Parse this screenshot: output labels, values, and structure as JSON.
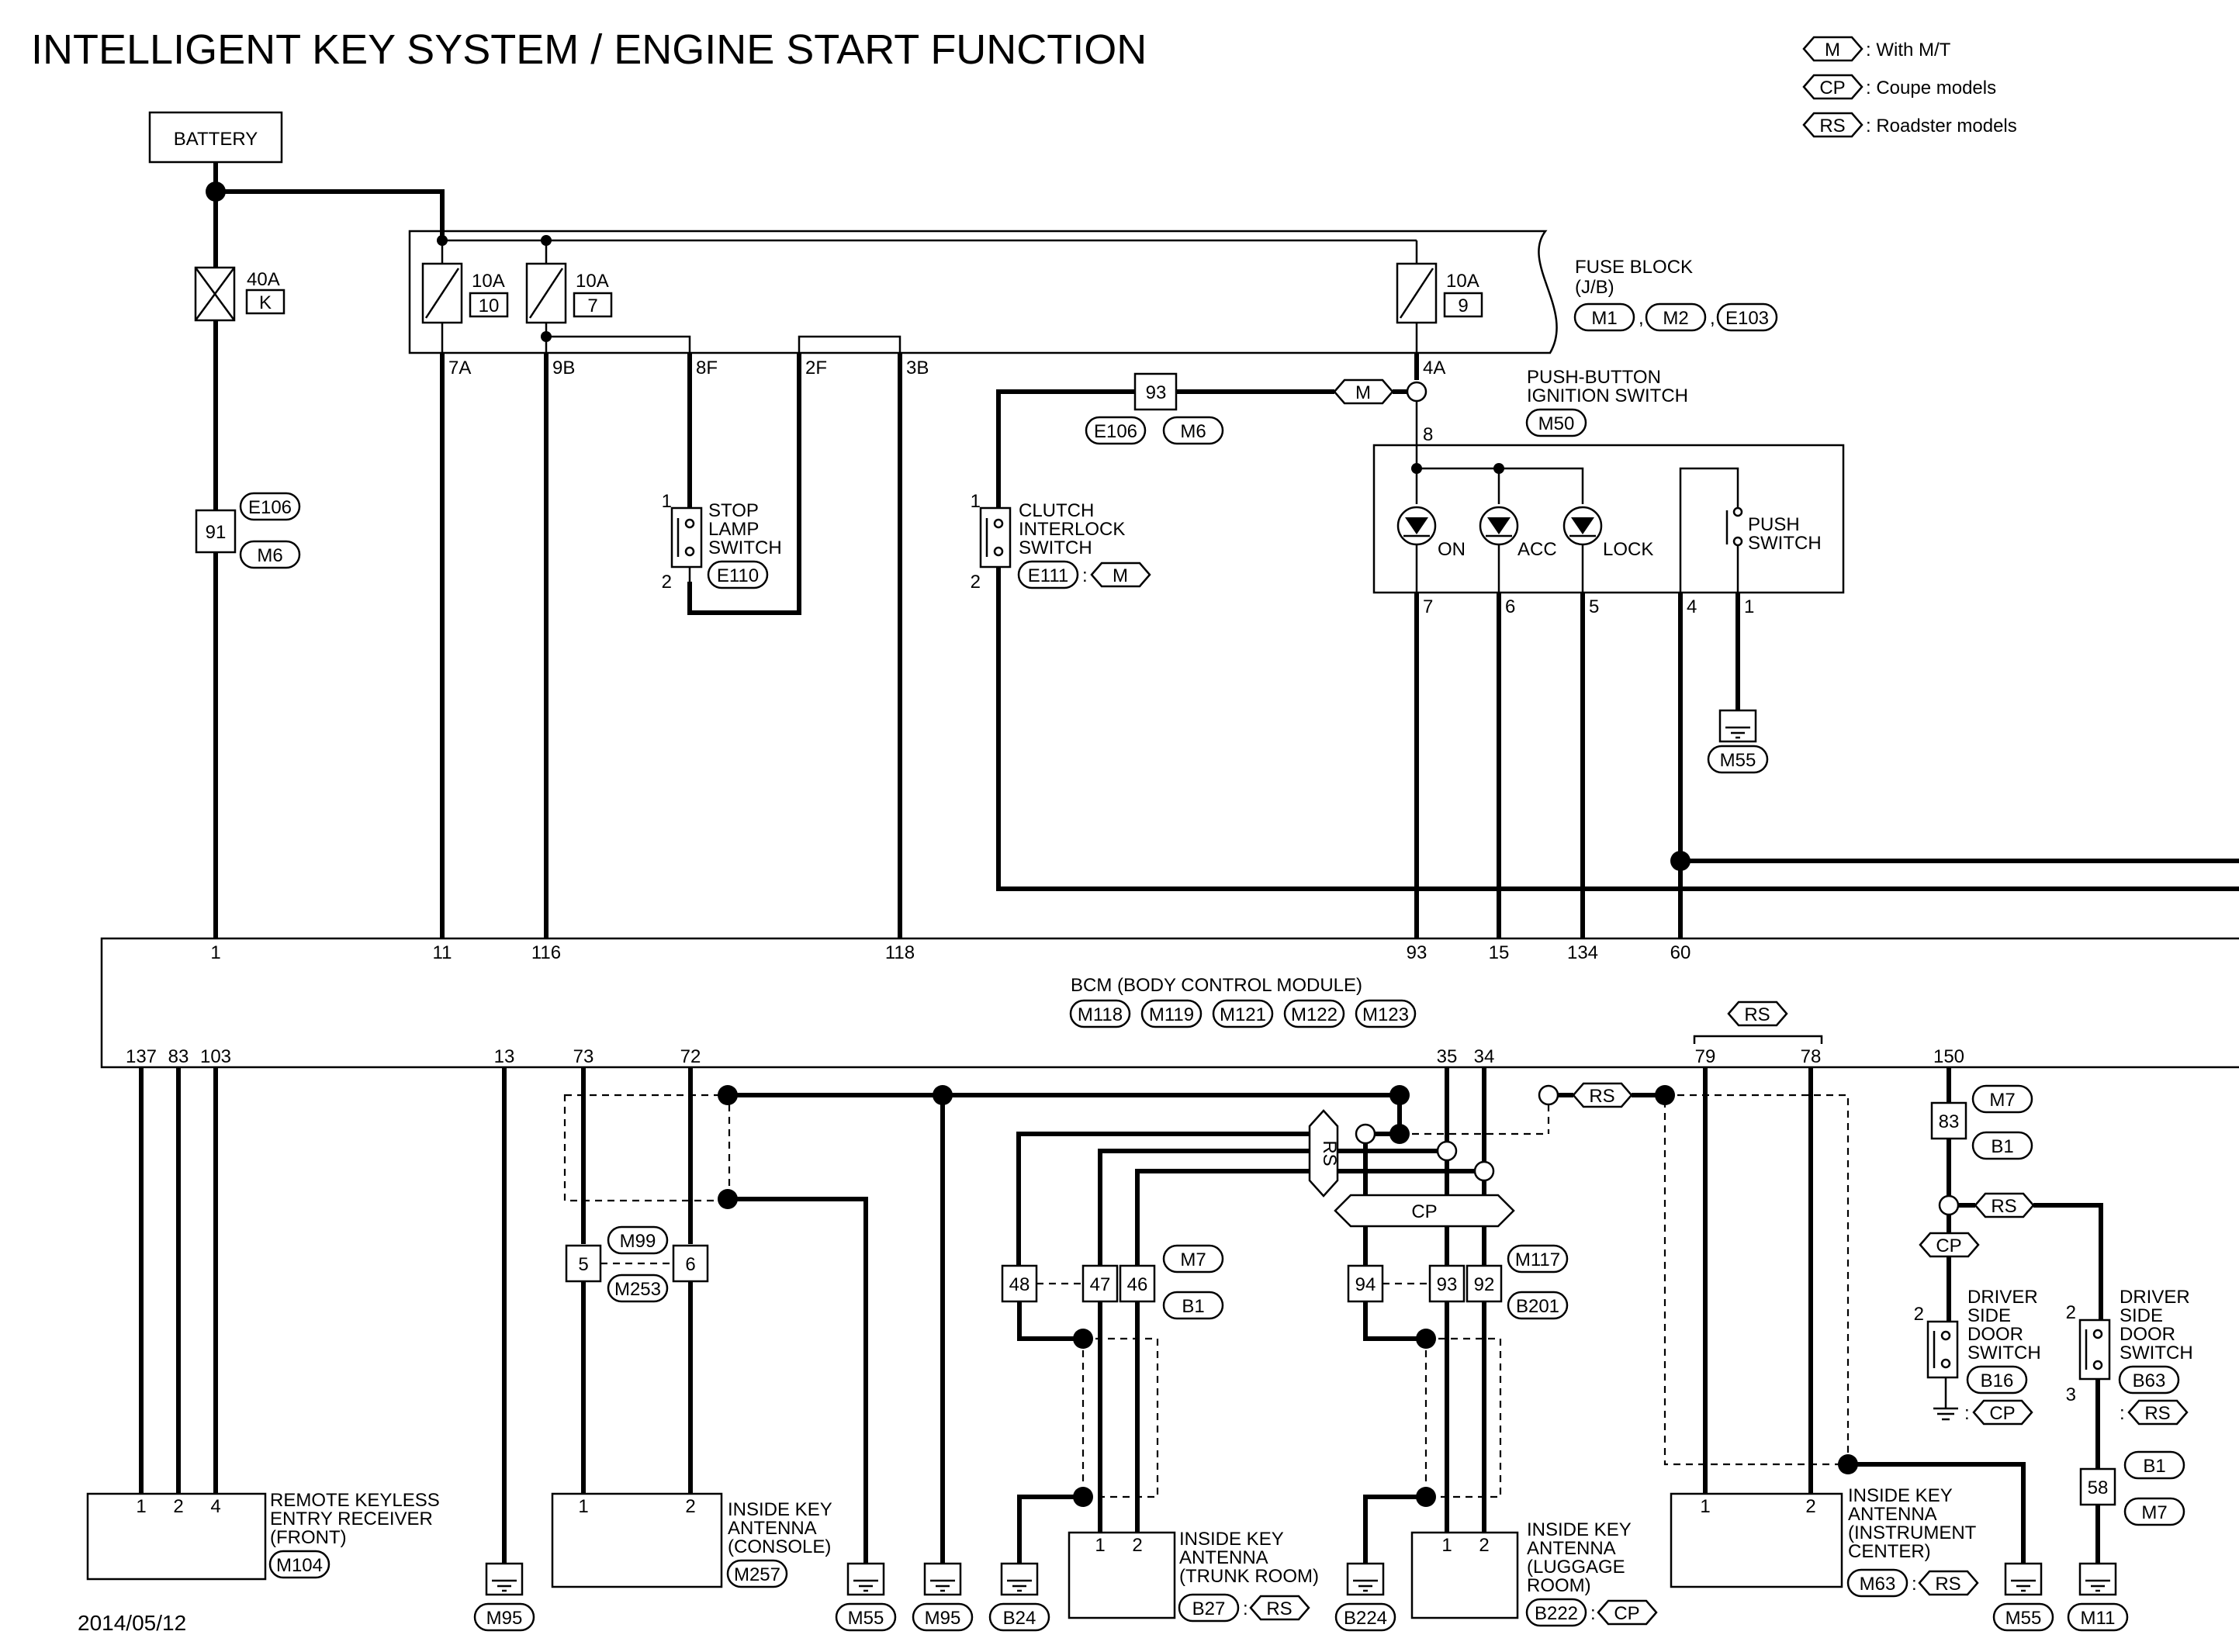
{
  "title": "INTELLIGENT KEY SYSTEM / ENGINE START FUNCTION",
  "date": "2014/05/12",
  "legend": [
    {
      "code": "M",
      "text": ": With M/T"
    },
    {
      "code": "CP",
      "text": ": Coupe models"
    },
    {
      "code": "RS",
      "text": ": Roadster models"
    }
  ],
  "battery": "BATTERY",
  "fuses": {
    "main": {
      "rating": "40A",
      "id": "K"
    },
    "f10": {
      "rating": "10A",
      "id": "10"
    },
    "f7": {
      "rating": "10A",
      "id": "7"
    },
    "f9": {
      "rating": "10A",
      "id": "9"
    }
  },
  "fuse_block": {
    "name": "FUSE BLOCK",
    "sub": "(J/B)",
    "connectors": [
      "M1",
      "M2",
      "E103"
    ],
    "terminals": [
      "7A",
      "9B",
      "8F",
      "2F",
      "3B",
      "4A"
    ]
  },
  "joint_connectors": {
    "c91": {
      "num": "91",
      "conns": [
        "E106",
        "M6"
      ]
    },
    "c93": {
      "num": "93",
      "conns": [
        "E106",
        "M6"
      ]
    },
    "c5_6": {
      "nums": [
        "5",
        "6"
      ],
      "conns": [
        "M99",
        "M253"
      ]
    },
    "c48": {
      "nums": [
        "48",
        "47",
        "46"
      ],
      "conns": [
        "M7",
        "B1"
      ]
    },
    "c94": {
      "nums": [
        "94",
        "93",
        "92"
      ],
      "conns": [
        "M117",
        "B201"
      ]
    },
    "c83": {
      "num": "83",
      "conns": [
        "M7",
        "B1"
      ]
    },
    "c58": {
      "num": "58",
      "conns": [
        "B1",
        "M7"
      ]
    }
  },
  "stop_lamp": {
    "lines": [
      "STOP",
      "LAMP",
      "SWITCH"
    ],
    "conn": "E110",
    "pins": [
      "1",
      "2"
    ]
  },
  "clutch": {
    "lines": [
      "CLUTCH",
      "INTERLOCK",
      "SWITCH"
    ],
    "conn": "E111",
    "tag": "M",
    "pins": [
      "1",
      "2"
    ]
  },
  "ignition": {
    "lines": [
      "PUSH-BUTTON",
      "IGNITION SWITCH"
    ],
    "conn": "M50",
    "leds": [
      "ON",
      "ACC",
      "LOCK"
    ],
    "push": [
      "PUSH",
      "SWITCH"
    ],
    "pins": [
      "8",
      "7",
      "6",
      "5",
      "4",
      "1"
    ],
    "ground": "M55"
  },
  "bcm": {
    "name": "BCM (BODY CONTROL MODULE)",
    "connectors": [
      "M118",
      "M119",
      "M121",
      "M122",
      "M123"
    ],
    "top_pins": [
      "1",
      "11",
      "116",
      "118",
      "93",
      "15",
      "134",
      "60"
    ],
    "bottom_pins": [
      "137",
      "83",
      "103",
      "13",
      "73",
      "72",
      "35",
      "34",
      "79",
      "78",
      "150"
    ]
  },
  "tags": {
    "m": "M",
    "rs": "RS",
    "cp": "CP"
  },
  "receiver": {
    "lines": [
      "REMOTE KEYLESS",
      "ENTRY RECEIVER",
      "(FRONT)"
    ],
    "conn": "M104",
    "pins": [
      "1",
      "2",
      "4"
    ]
  },
  "ant_console": {
    "lines": [
      "INSIDE KEY",
      "ANTENNA",
      "(CONSOLE)"
    ],
    "conn": "M257",
    "pins": [
      "1",
      "2"
    ]
  },
  "ant_trunk": {
    "lines": [
      "INSIDE KEY",
      "ANTENNA",
      "(TRUNK ROOM)"
    ],
    "conn": "B27",
    "tag": "RS",
    "pins": [
      "1",
      "2"
    ]
  },
  "ant_luggage": {
    "lines": [
      "INSIDE KEY",
      "ANTENNA",
      "(LUGGAGE",
      " ROOM)"
    ],
    "conn": "B222",
    "tag": "CP",
    "pins": [
      "1",
      "2"
    ]
  },
  "ant_instrument": {
    "lines": [
      "INSIDE KEY",
      "ANTENNA",
      "(INSTRUMENT",
      " CENTER)"
    ],
    "conn": "M63",
    "tag": "RS",
    "pins": [
      "1",
      "2"
    ]
  },
  "door_cp": {
    "lines": [
      "DRIVER",
      "SIDE",
      "DOOR",
      "SWITCH"
    ],
    "conn": "B16",
    "tag": "CP",
    "pins": [
      "2"
    ]
  },
  "door_rs": {
    "lines": [
      "DRIVER",
      "SIDE",
      "DOOR",
      "SWITCH"
    ],
    "conn": "B63",
    "tag": "RS",
    "pins": [
      "2",
      "3"
    ]
  },
  "grounds": [
    "M95",
    "M55",
    "M95",
    "B24",
    "B224",
    "M55",
    "M11"
  ]
}
